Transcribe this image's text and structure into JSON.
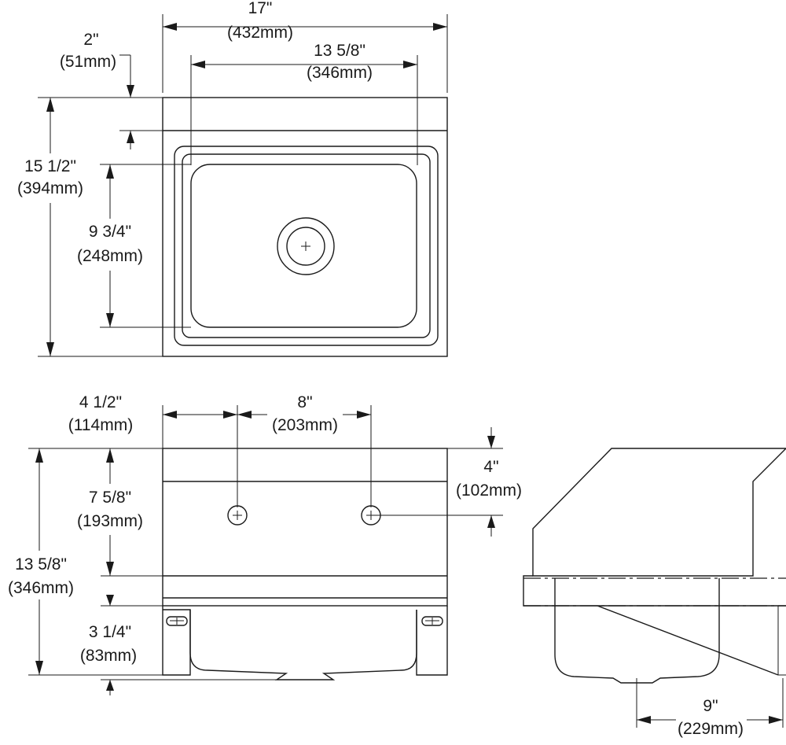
{
  "top_view": {
    "overall_width": {
      "imperial": "17\"",
      "metric": "(432mm)"
    },
    "bowl_width": {
      "imperial": "13 5/8\"",
      "metric": "(346mm)"
    },
    "backsplash_depth": {
      "imperial": "2\"",
      "metric": "(51mm)"
    },
    "overall_depth": {
      "imperial": "15 1/2\"",
      "metric": "(394mm)"
    },
    "bowl_depth": {
      "imperial": "9 3/4\"",
      "metric": "(248mm)"
    }
  },
  "front_view": {
    "faucet_offset": {
      "imperial": "4 1/2\"",
      "metric": "(114mm)"
    },
    "faucet_spacing": {
      "imperial": "8\"",
      "metric": "(203mm)"
    },
    "faucet_hole_height": {
      "imperial": "4\"",
      "metric": "(102mm)"
    },
    "backsplash_height": {
      "imperial": "7 5/8\"",
      "metric": "(193mm)"
    },
    "overall_height": {
      "imperial": "13 5/8\"",
      "metric": "(346mm)"
    },
    "bowl_drop": {
      "imperial": "3 1/4\"",
      "metric": "(83mm)"
    }
  },
  "side_view": {
    "drain_offset": {
      "imperial": "9\"",
      "metric": "(229mm)"
    }
  }
}
